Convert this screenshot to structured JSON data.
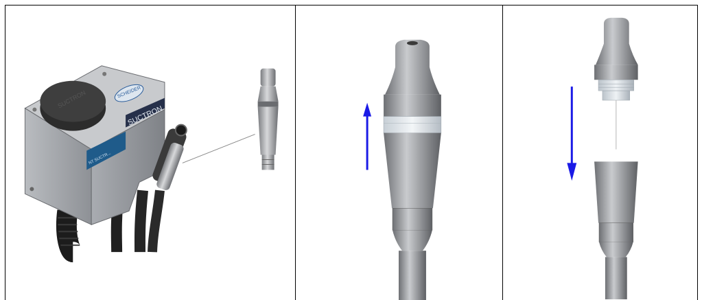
{
  "figure": {
    "device": {
      "brand_label": "SCHEIDER",
      "lid_label": "SUCTRON",
      "model_label": "SUCTRON",
      "panel_label": "NT SUCTR..."
    },
    "colors": {
      "arrow": "#1a1ae6",
      "body_gray": "#8c8e92",
      "dark": "#2a2a2a",
      "blue_panel": "#1f5b8a"
    }
  }
}
